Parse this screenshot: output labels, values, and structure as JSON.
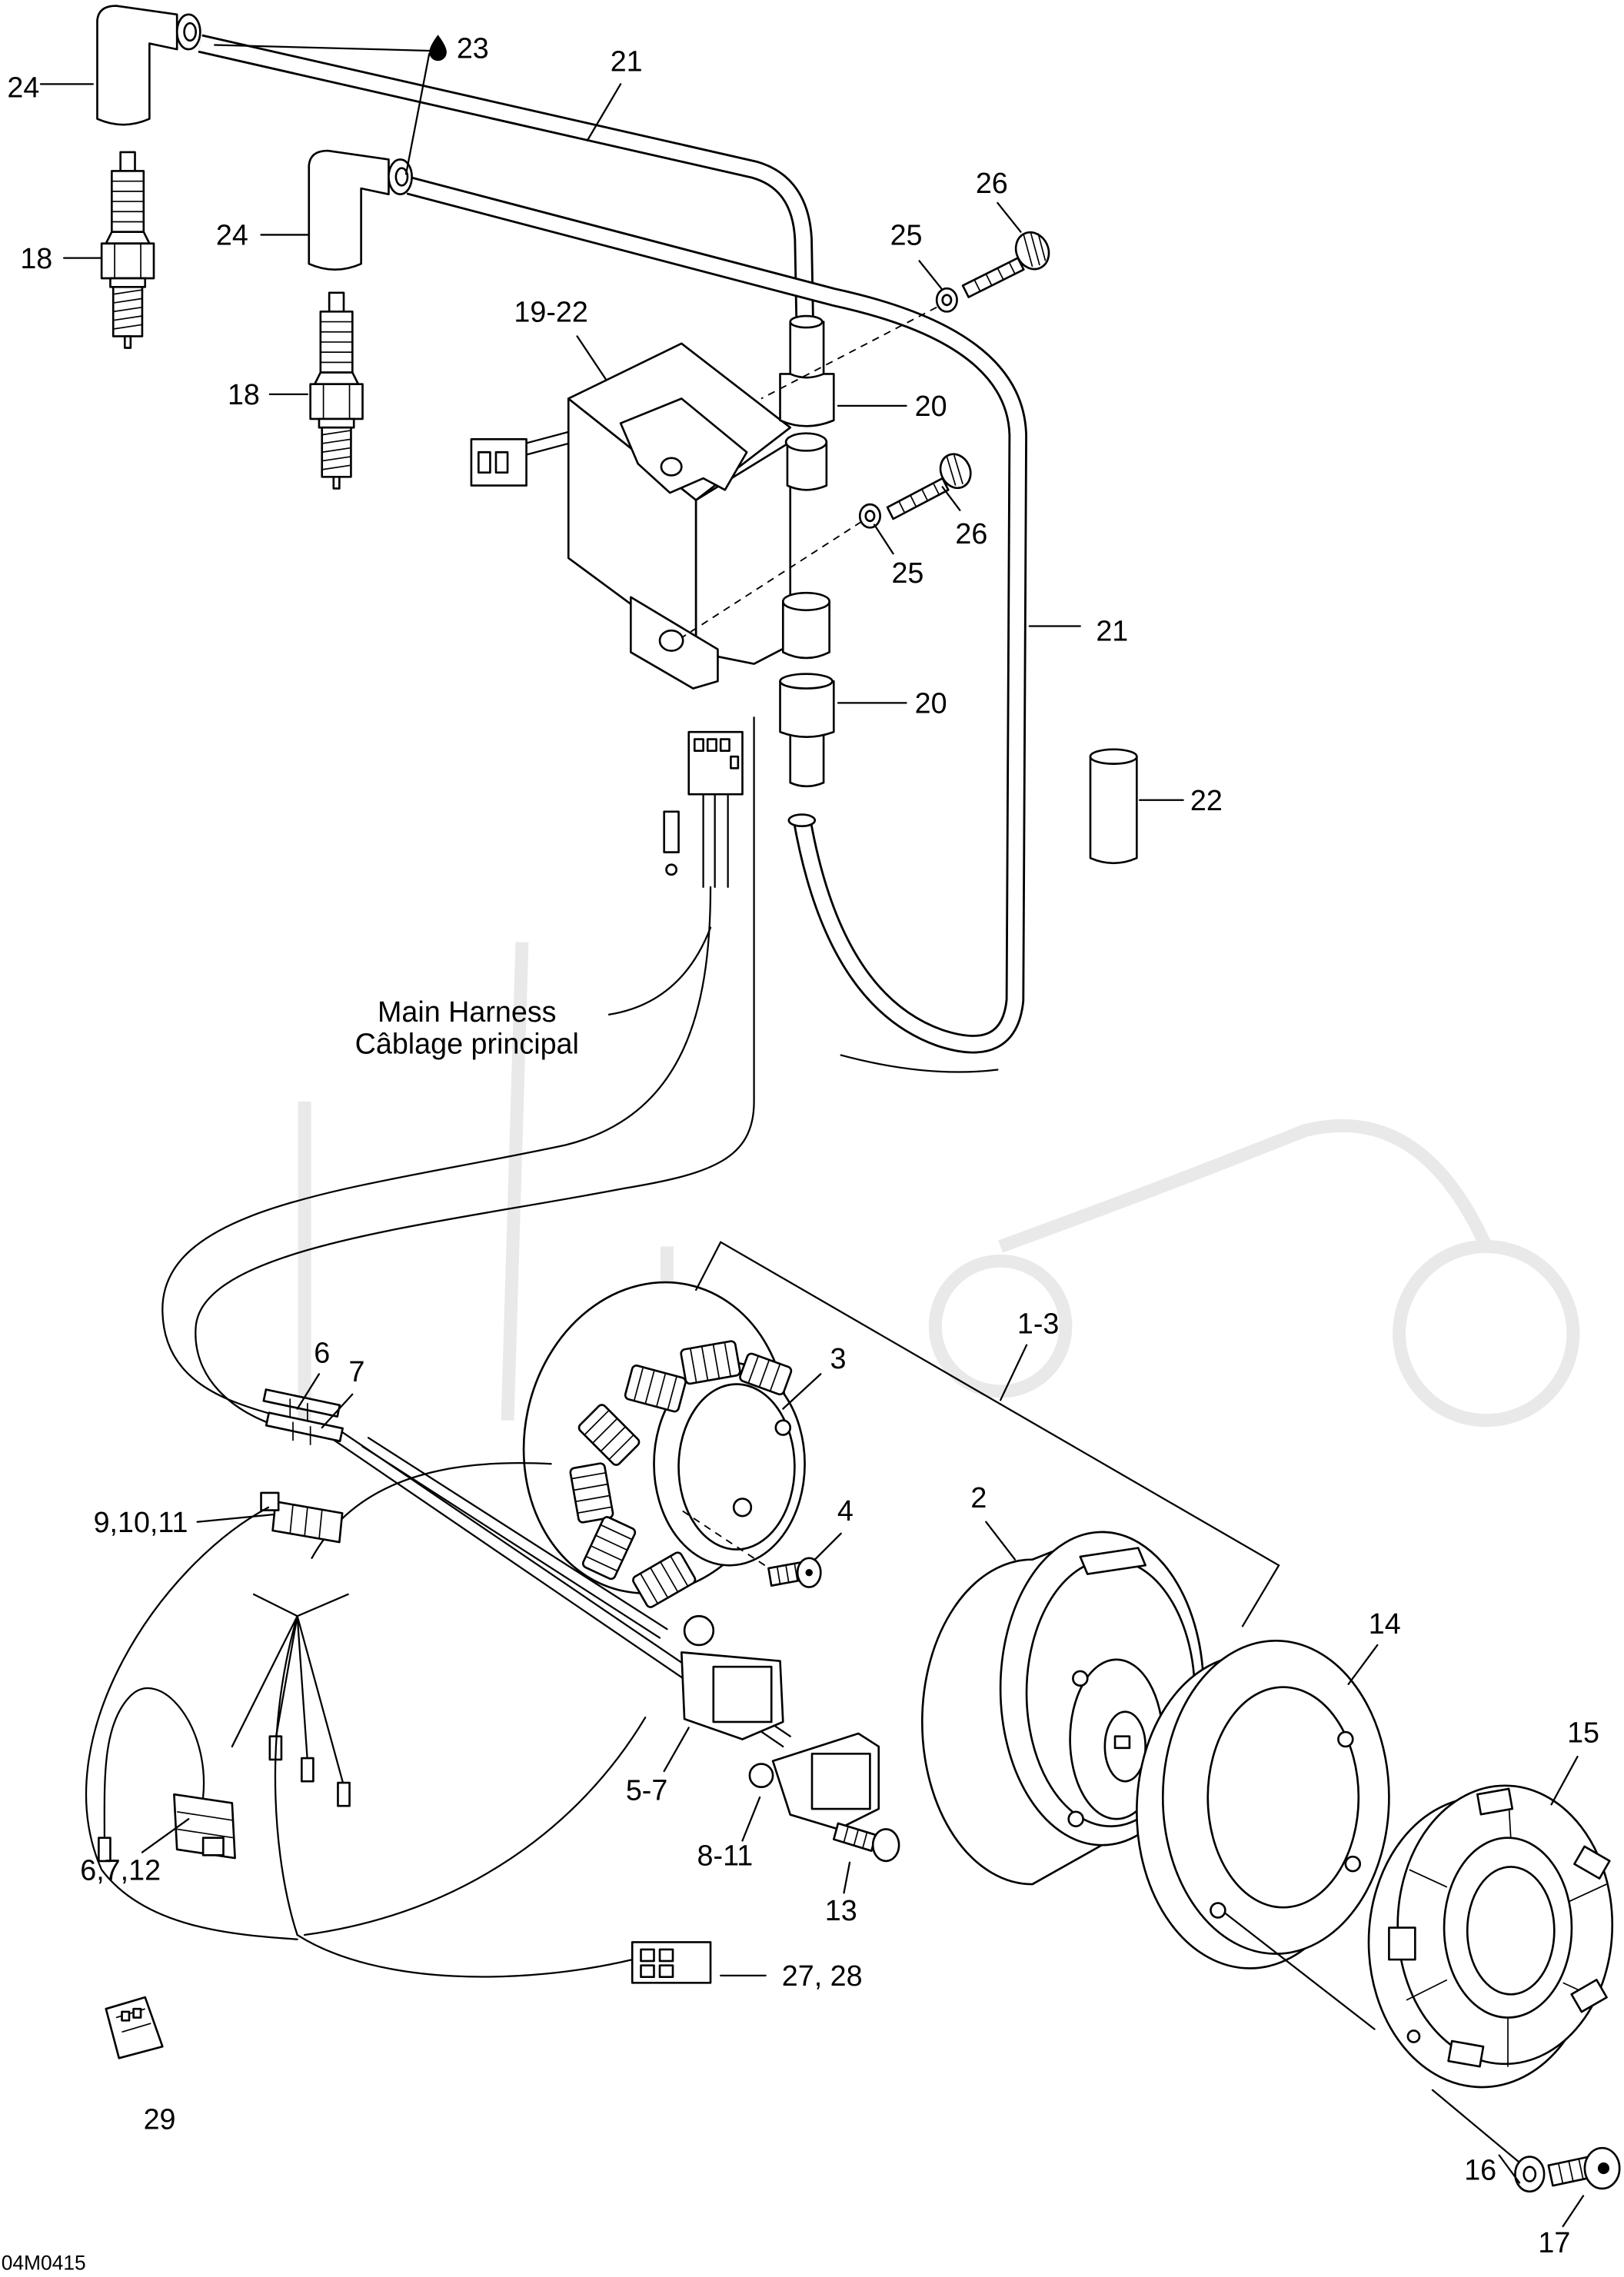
{
  "figure": {
    "code": "04M0415"
  },
  "harness_label": {
    "line1": "Main Harness",
    "line2": "Câblage principal"
  },
  "callouts": [
    "24",
    "23",
    "21",
    "18",
    "24",
    "19-22",
    "20",
    "25",
    "26",
    "26",
    "25",
    "21",
    "20",
    "22",
    "18",
    "6",
    "7",
    "1-3",
    "3",
    "9,10,11",
    "4",
    "2",
    "14",
    "15",
    "5-7",
    "8-11",
    "13",
    "6,7,12",
    "27, 28",
    "29",
    "16",
    "17"
  ],
  "icons": {
    "fluid": "fluid-drop-icon"
  },
  "colors": {
    "line": "#000000",
    "background": "#ffffff",
    "watermark": "#e9e9e9"
  }
}
